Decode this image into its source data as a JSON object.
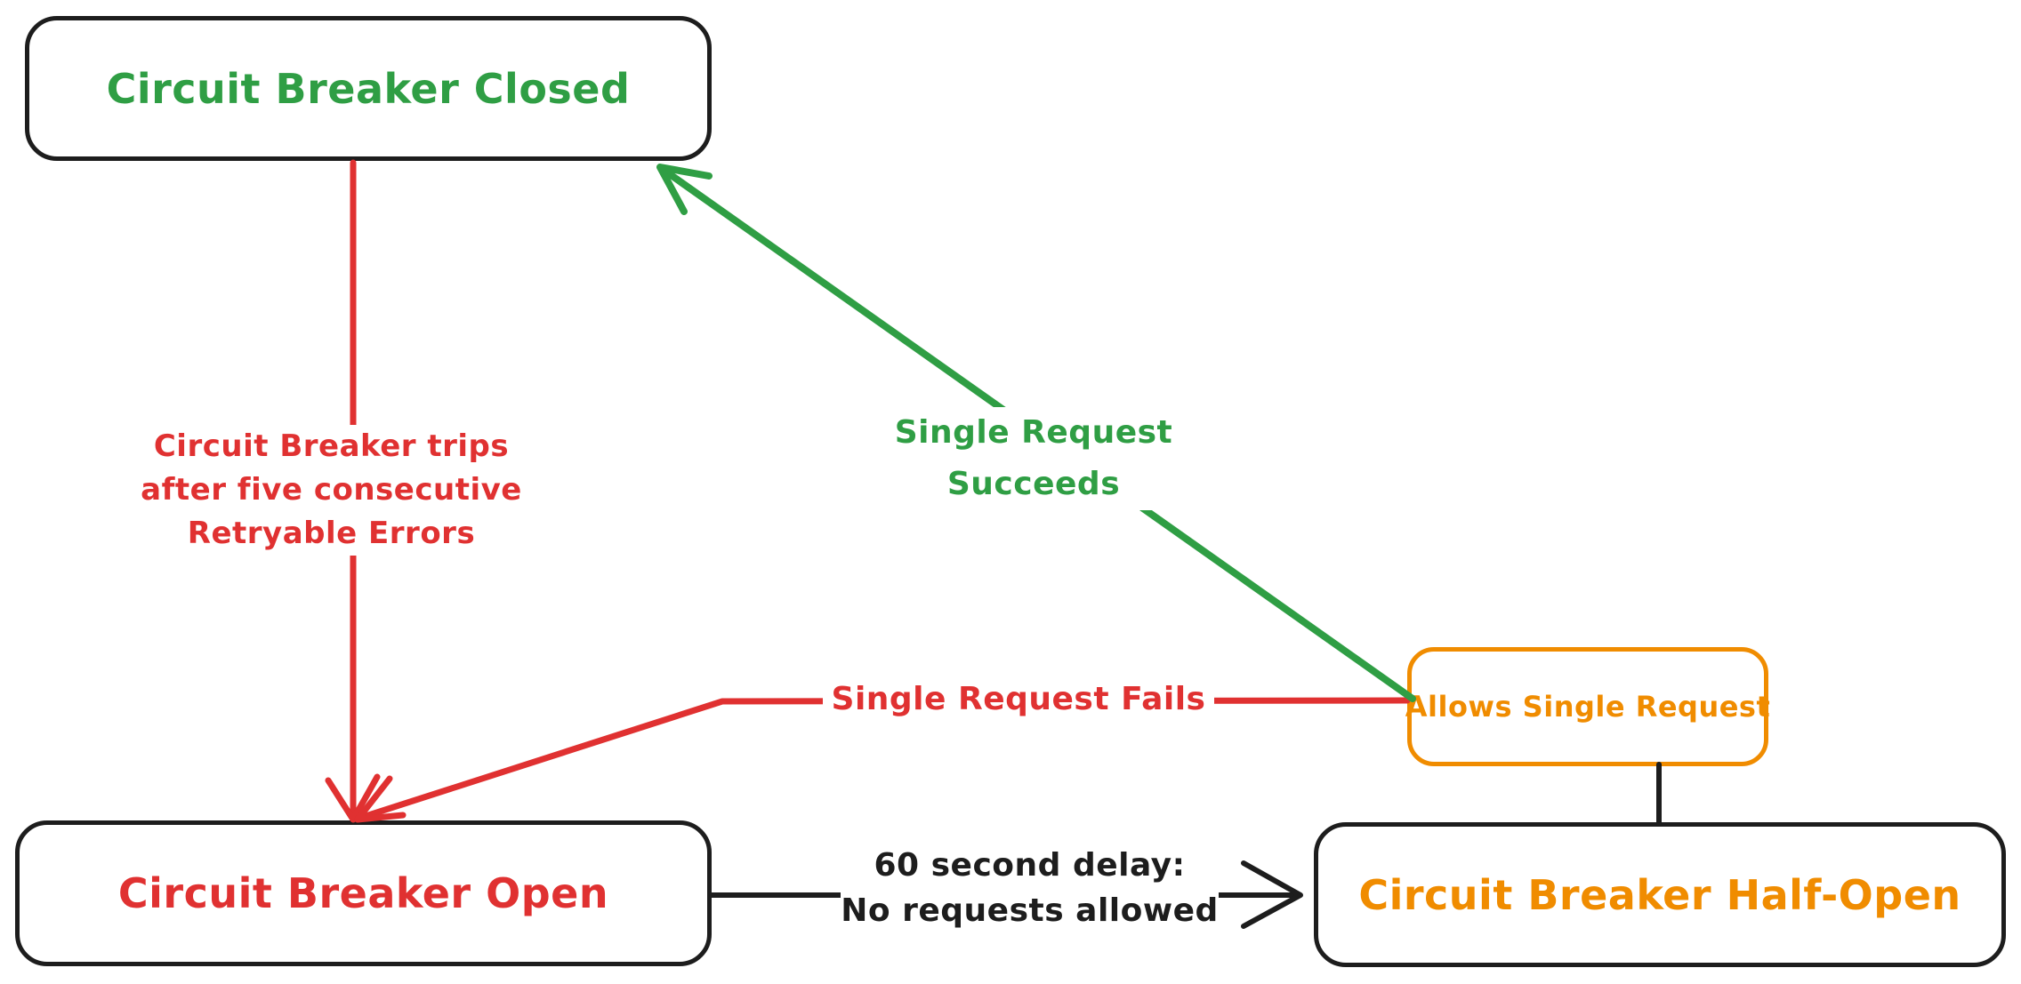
{
  "colors": {
    "ink": "#1d1d1d",
    "green": "#2f9e44",
    "red": "#e03131",
    "orange": "#f08c00",
    "background": "#ffffff"
  },
  "nodes": {
    "closed": {
      "label": "Circuit Breaker Closed"
    },
    "open": {
      "label": "Circuit Breaker Open"
    },
    "half_open": {
      "label": "Circuit Breaker Half-Open"
    },
    "allows": {
      "label": "Allows Single Request"
    }
  },
  "edges": {
    "trips": {
      "label": "Circuit Breaker trips\nafter five consecutive\nRetryable Errors"
    },
    "succeeds": {
      "label": "Single Request Succeeds"
    },
    "fails": {
      "label": "Single Request Fails"
    },
    "delay": {
      "label": "60 second delay:\nNo requests allowed"
    }
  }
}
